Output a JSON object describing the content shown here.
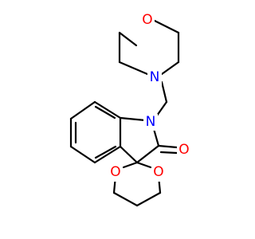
{
  "structure": {
    "atoms": {
      "morpholine_oxygen": {
        "symbol": "O",
        "color": "#ff0000"
      },
      "morpholine_nitrogen": {
        "symbol": "N",
        "color": "#0000ff"
      },
      "indole_nitrogen": {
        "symbol": "N",
        "color": "#0000ff"
      },
      "carbonyl_oxygen": {
        "symbol": "O",
        "color": "#ff0000"
      },
      "dioxane_oxygen_left": {
        "symbol": "O",
        "color": "#ff0000"
      },
      "dioxane_oxygen_right": {
        "symbol": "O",
        "color": "#ff0000"
      }
    },
    "bond_color": "#000000"
  }
}
